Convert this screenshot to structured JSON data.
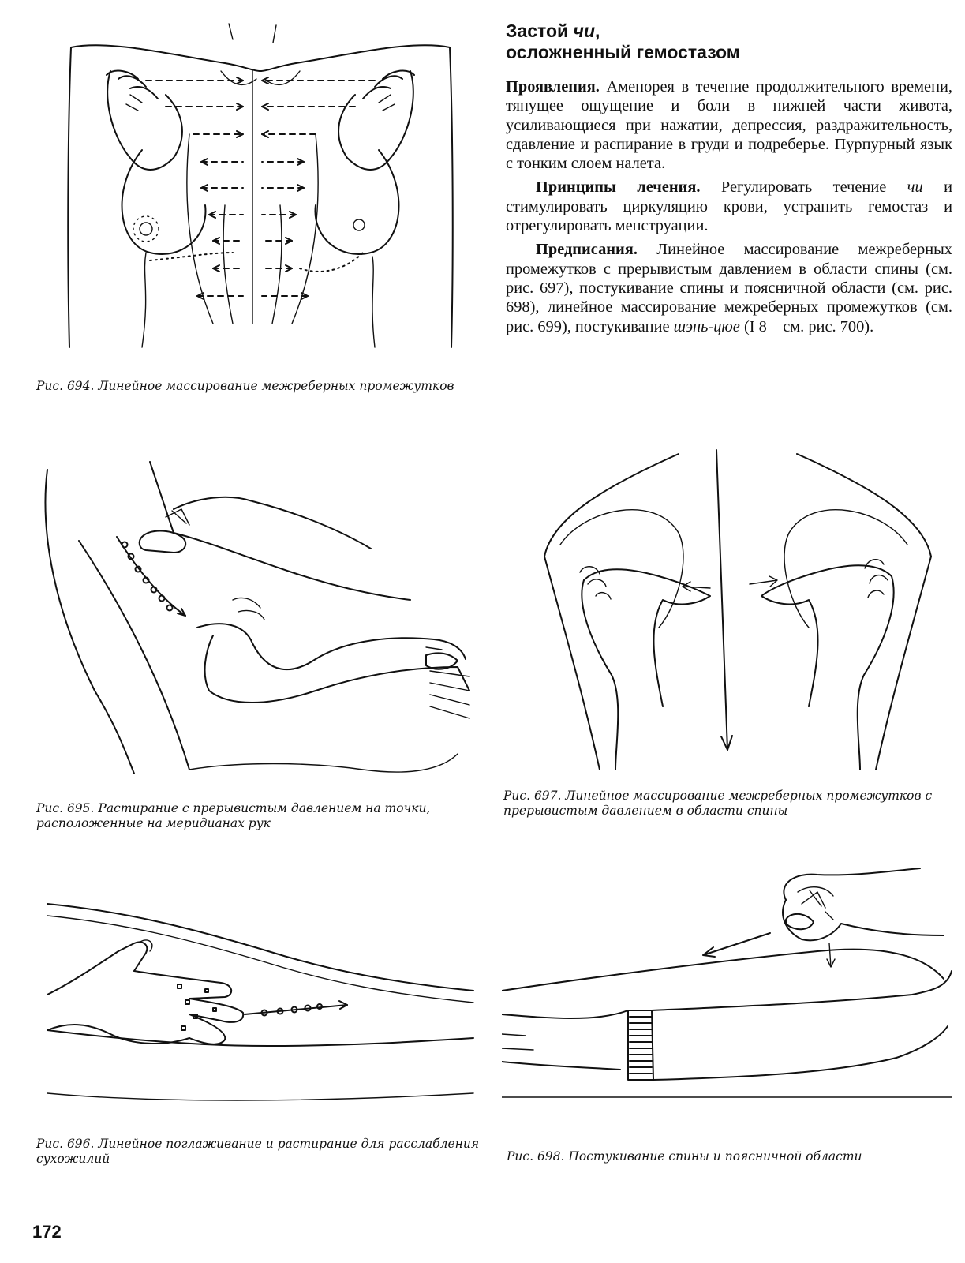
{
  "section": {
    "title_line1_a": "Застой ",
    "title_line1_b": "чи",
    "title_line1_c": ",",
    "title_line2": "осложненный гемостазом"
  },
  "paragraphs": {
    "p1_label": "Проявления.",
    "p1_text": " Аменорея в течение продолжительного времени, тянущее ощущение и боли в нижней части живота, усиливающиеся при нажатии, депрессия, раздражительность, сдавление и распирание в груди и подреберье. Пурпурный язык с тонким слоем налета.",
    "p2_label": "Принципы лечения.",
    "p2_text_a": " Регулировать течение ",
    "p2_text_it": "чи",
    "p2_text_b": " и стимулировать циркуляцию крови, устранить гемостаз и отрегулировать менструации.",
    "p3_label": "Предписания.",
    "p3_text_a": " Линейное массирование межреберных промежутков с прерывистым давлением в области спины (см. рис. 697), постукивание спины и поясничной области (см. рис. 698), линейное массирование межреберных промежутков (см. рис. 699), постукивание ",
    "p3_text_it": "шэнь-цюе",
    "p3_text_b": " (I 8 – см. рис. 700)."
  },
  "captions": {
    "fig694": "Рис. 694. Линейное массирование межреберных промежутков",
    "fig695": "Рис. 695. Растирание с прерывистым давлением на точки, расположенные на меридианах рук",
    "fig696": "Рис. 696. Линейное поглаживание и растирание для расслабления сухожилий",
    "fig697": "Рис. 697. Линейное массирование межреберных промежутков с прерывистым давлением в области спины",
    "fig698": "Рис. 698. Постукивание спины и поясничной области"
  },
  "page_number": "172"
}
